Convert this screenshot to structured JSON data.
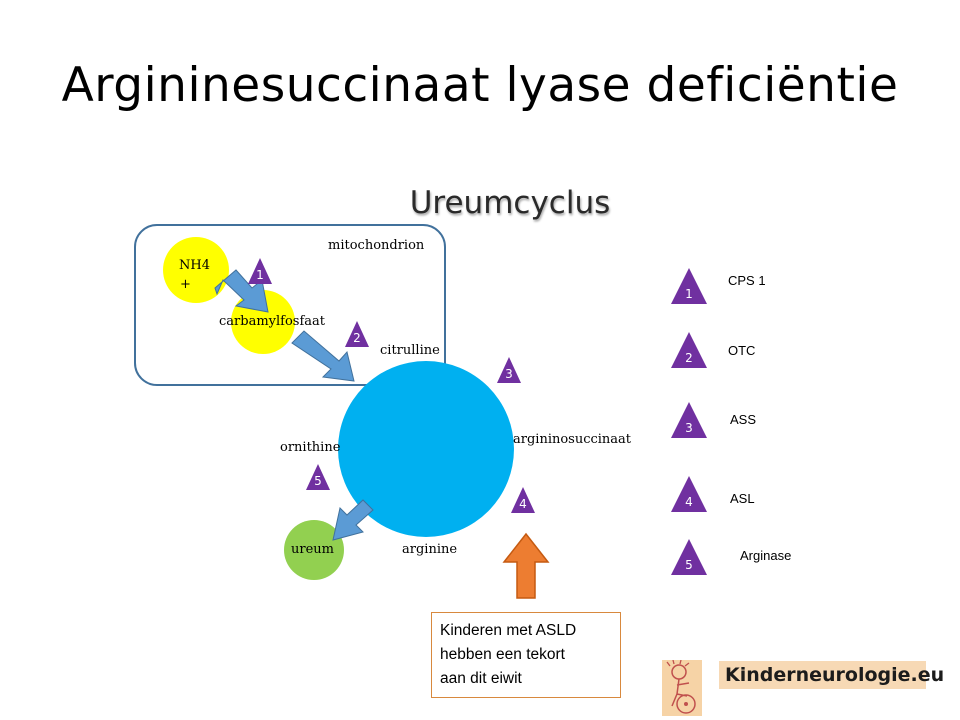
{
  "title": "Argininesuccinaat lyase deficiëntie",
  "subtitle": "Ureumcyclus",
  "diagram": {
    "compartment_label": "mitochondrion",
    "nh4_label_lines": [
      "NH4",
      "+"
    ],
    "carbamyl_label": "carbamylfosfaat",
    "citrulline_label": "citrulline",
    "argininosuccinate_label": "argininosuccinaat",
    "ornithine_label": "ornithine",
    "arginine_label": "arginine",
    "urea_label": "ureum",
    "steps": [
      "1",
      "2",
      "3",
      "4",
      "5"
    ]
  },
  "legend": [
    {
      "num": "1",
      "enzyme": "CPS 1"
    },
    {
      "num": "2",
      "enzyme": "OTC"
    },
    {
      "num": "3",
      "enzyme": "ASS"
    },
    {
      "num": "4",
      "enzyme": "ASL"
    },
    {
      "num": "5",
      "enzyme": "Arginase"
    }
  ],
  "note": {
    "lines": [
      "Kinderen met ASLD",
      "hebben een tekort",
      "aan dit eiwit"
    ]
  },
  "logo": {
    "text": "Kinderneurologie.eu"
  },
  "colors": {
    "cycle": "#00b0f0",
    "yellow": "#ffff00",
    "urea": "#92d050",
    "triangle": "#7030a0",
    "arrow_blue": "#5b9bd5",
    "arrow_orange": "#ed7d31",
    "compartment": "#41719c"
  }
}
